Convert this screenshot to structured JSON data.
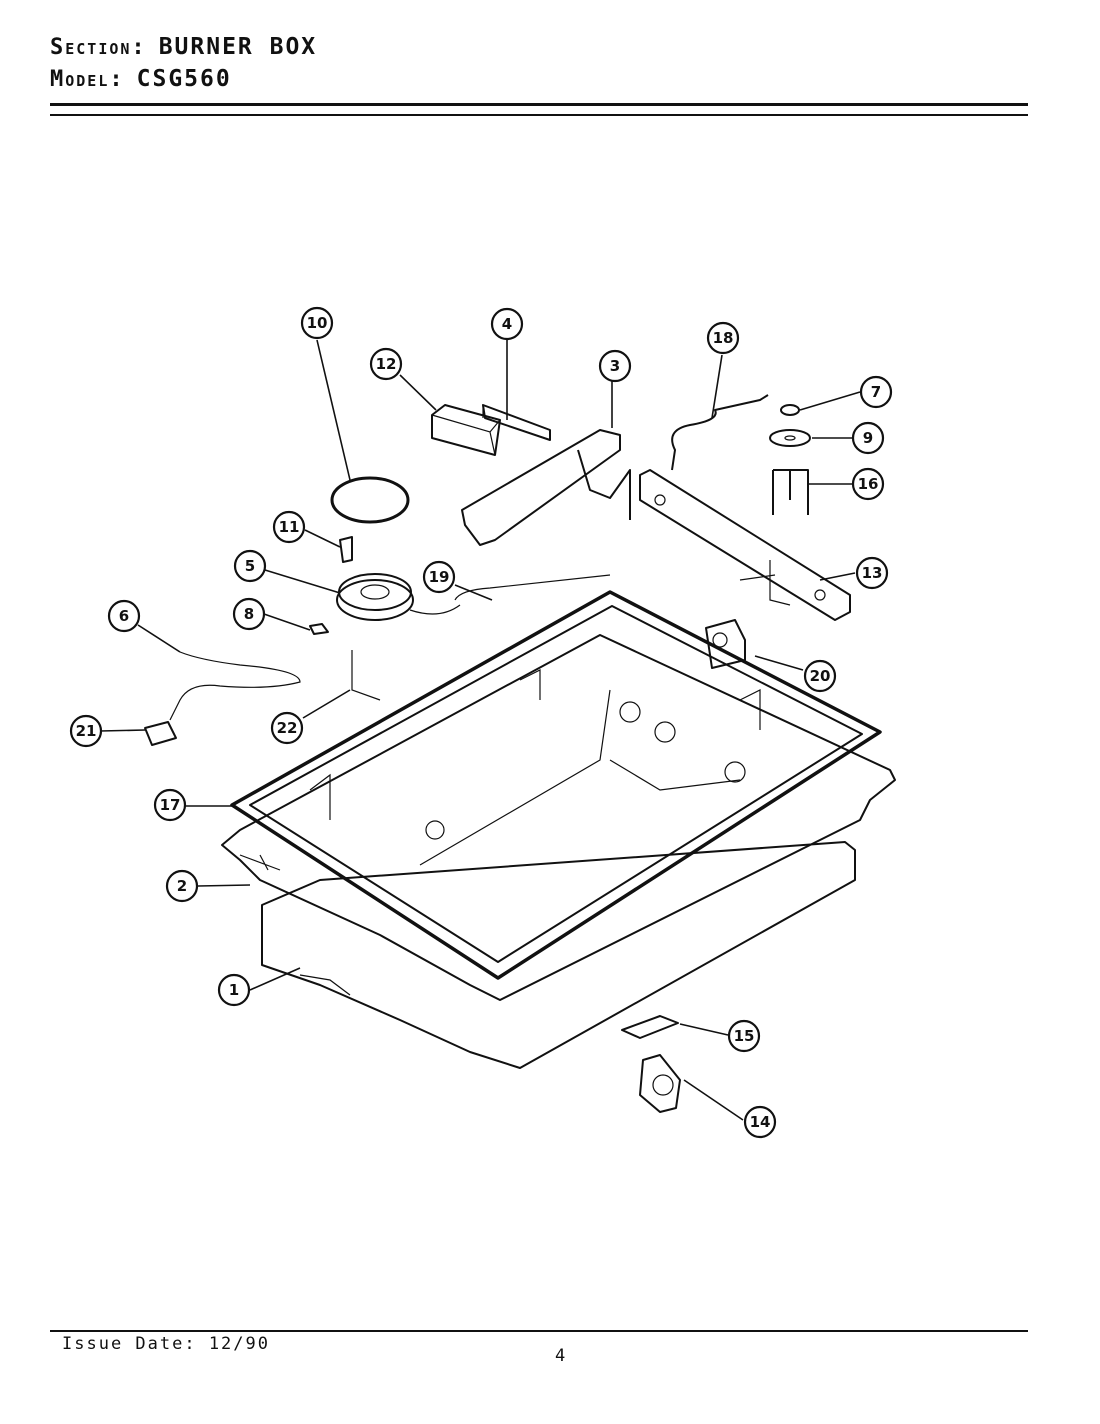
{
  "header": {
    "section_label": "Section:",
    "section_value": "BURNER BOX",
    "model_label": "Model:",
    "model_value": "CSG560"
  },
  "footer": {
    "issue_date": "Issue Date: 12/90",
    "page_number": "4"
  },
  "callouts": [
    "1",
    "2",
    "3",
    "4",
    "5",
    "6",
    "7",
    "8",
    "9",
    "10",
    "11",
    "12",
    "13",
    "14",
    "15",
    "16",
    "17",
    "18",
    "19",
    "20",
    "21",
    "22"
  ]
}
